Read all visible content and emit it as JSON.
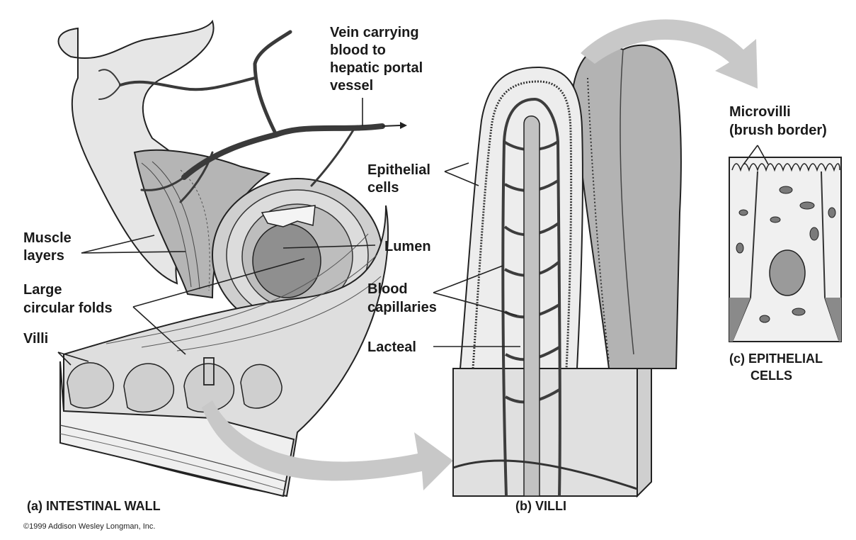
{
  "labels": {
    "vein_1": "Vein carrying",
    "vein_2": "blood to",
    "vein_3": "hepatic portal",
    "vein_4": "vessel",
    "muscle_1": "Muscle",
    "muscle_2": "layers",
    "lumen": "Lumen",
    "folds_1": "Large",
    "folds_2": "circular folds",
    "villi": "Villi",
    "epithelial_1": "Epithelial",
    "epithelial_2": "cells",
    "capillaries_1": "Blood",
    "capillaries_2": "capillaries",
    "lacteal": "Lacteal",
    "microvilli_1": "Microvilli",
    "microvilli_2": "(brush border)"
  },
  "captions": {
    "a": "(a) INTESTINAL WALL",
    "b": "(b) VILLI",
    "c_1": "(c) EPITHELIAL",
    "c_2": "CELLS"
  },
  "copyright": "©1999 Addison Wesley Longman, Inc.",
  "colors": {
    "tissue_light": "#e2e2e2",
    "tissue_mid": "#b8b8b8",
    "tissue_dark": "#7a7a7a",
    "vessel": "#3a3a3a",
    "arrow": "#c8c8c8"
  }
}
